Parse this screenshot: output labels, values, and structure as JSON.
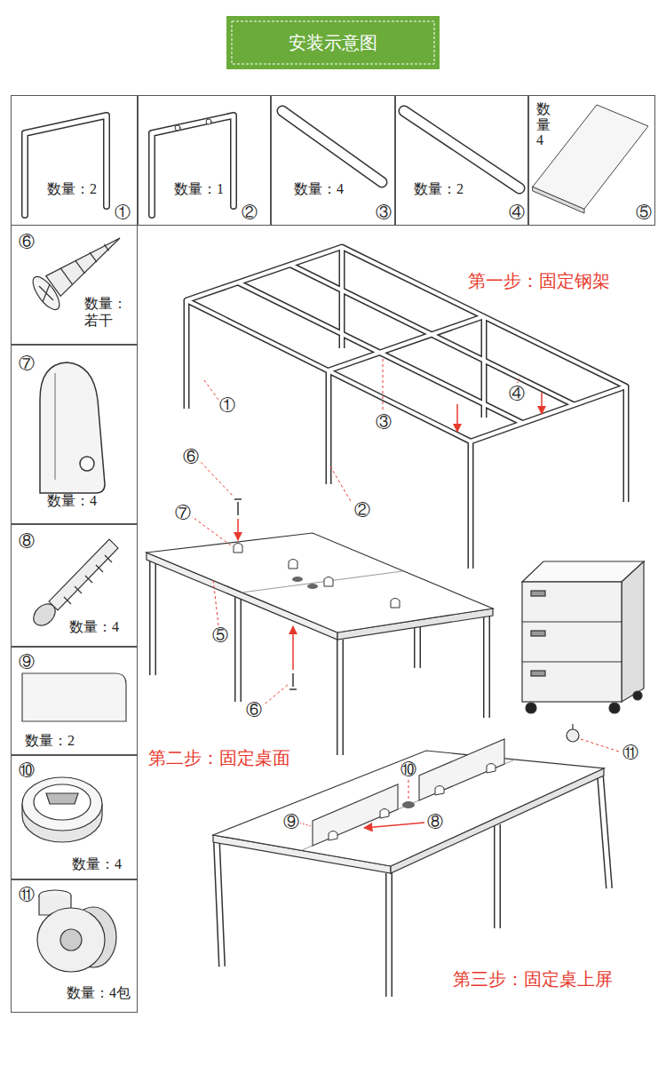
{
  "diagram": {
    "title": "安装示意图",
    "nodes": [
      {
        "text": [
          "数量：2",
          "①"
        ]
      },
      {
        "text": [
          "数量：1",
          "②"
        ]
      },
      {
        "text": [
          "数量：4",
          "③"
        ]
      },
      {
        "text": [
          "数量：2",
          "④"
        ]
      },
      {
        "text": [
          "数量 4",
          "⑤"
        ]
      },
      {
        "text": [
          "⑥",
          "数量： 若干"
        ]
      },
      {
        "text": [
          "⑦",
          "数量：4"
        ]
      },
      {
        "text": [
          "⑧",
          "数量：4"
        ]
      },
      {
        "text": [
          "⑨",
          "数量：2"
        ]
      },
      {
        "text": [
          "⑩",
          "数量：4"
        ]
      },
      {
        "text": [
          "⑪",
          "数量：4包"
        ]
      }
    ],
    "labels": [
      "第一步：固定钢架",
      "①",
      "③",
      "④",
      "⑥",
      "②",
      "⑦",
      "⑤",
      "⑥",
      "⑪",
      "第二步：固定桌面",
      "⑩",
      "⑨",
      "⑧",
      "第三步：固定桌上屏"
    ]
  }
}
